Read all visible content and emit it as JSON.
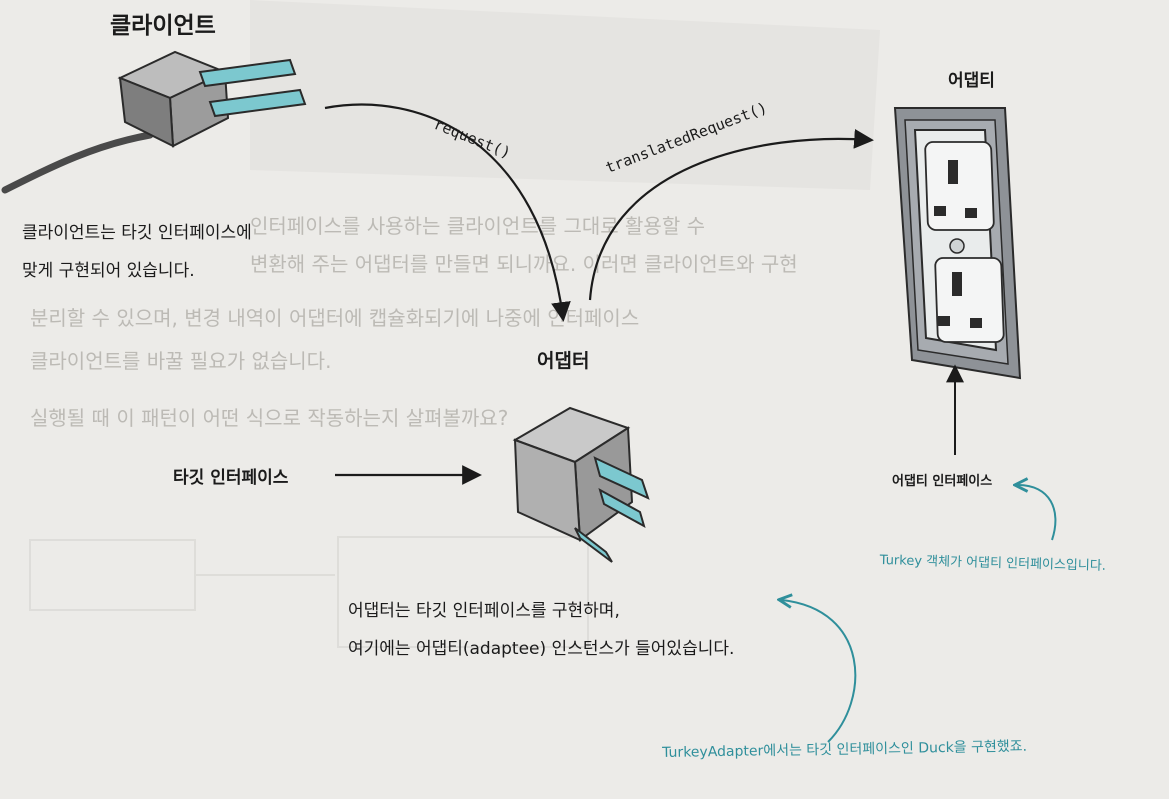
{
  "labels": {
    "client_title": "클라이언트",
    "client_desc_1": "클라이언트는 타깃 인터페이스에",
    "client_desc_2": "맞게 구현되어 있습니다.",
    "adapter_title": "어댑터",
    "adaptee_title": "어댑티",
    "target_interface": "타깃 인터페이스",
    "adaptee_interface": "어댑티 인터페이스",
    "request_call": "request()",
    "translated_call": "translatedRequest()",
    "adapter_desc_1": "어댑터는 타깃 인터페이스를 구현하며,",
    "adapter_desc_2": "여기에는 어댑티(adaptee) 인스턴스가 들어있습니다.",
    "turkey_note": "Turkey 객체가 어댑티 인터페이스입니다.",
    "adapter_note": "TurkeyAdapter에서는 타깃 인터페이스인 Duck을 구현했죠."
  },
  "colors": {
    "teal": "#2f8f9b",
    "prong": "#7cc8cf",
    "plug_body": "#9a9a9a",
    "outlet_frame": "#8e9297",
    "outlet_plate": "#e9ecec"
  }
}
